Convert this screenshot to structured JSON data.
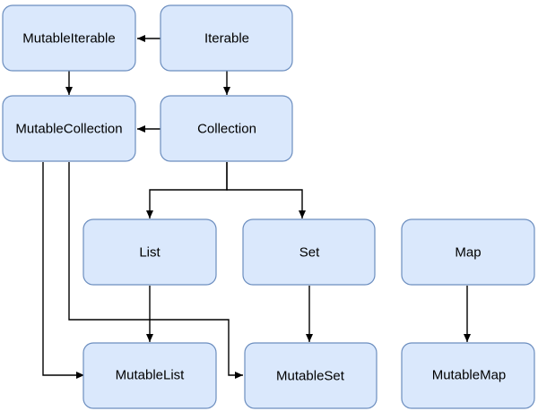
{
  "diagram": {
    "nodes": {
      "mutable_iterable": "MutableIterable",
      "iterable": "Iterable",
      "mutable_collection": "MutableCollection",
      "collection": "Collection",
      "list": "List",
      "set": "Set",
      "map": "Map",
      "mutable_list": "MutableList",
      "mutable_set": "MutableSet",
      "mutable_map": "MutableMap"
    },
    "edges": [
      {
        "from": "Iterable",
        "to": "MutableIterable"
      },
      {
        "from": "MutableIterable",
        "to": "MutableCollection"
      },
      {
        "from": "Iterable",
        "to": "Collection"
      },
      {
        "from": "Collection",
        "to": "MutableCollection"
      },
      {
        "from": "Collection",
        "to": "List"
      },
      {
        "from": "Collection",
        "to": "Set"
      },
      {
        "from": "MutableCollection",
        "to": "MutableList"
      },
      {
        "from": "MutableCollection",
        "to": "MutableSet"
      },
      {
        "from": "List",
        "to": "MutableList"
      },
      {
        "from": "Set",
        "to": "MutableSet"
      },
      {
        "from": "Map",
        "to": "MutableMap"
      }
    ],
    "colors": {
      "node_fill": "#dae8fc",
      "node_stroke": "#6c8ebf",
      "edge": "#000000"
    }
  }
}
